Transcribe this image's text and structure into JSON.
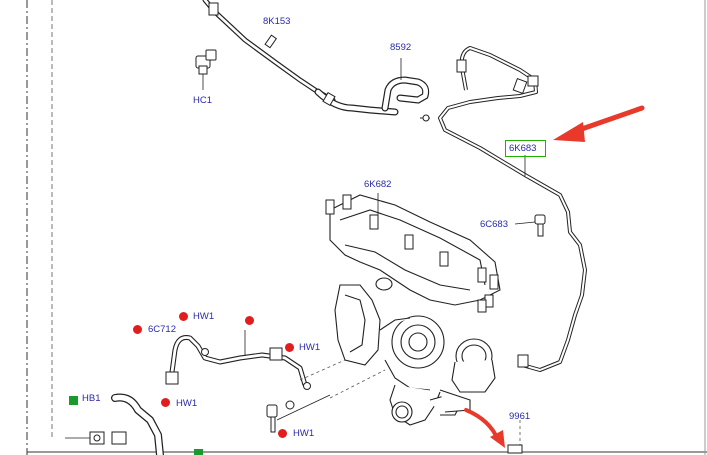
{
  "labels": {
    "p8k153": "8K153",
    "p8592": "8592",
    "hc1": "HC1",
    "p6k683": "6K683",
    "p6k682": "6K682",
    "p6c683": "6C683",
    "hw1_top": "HW1",
    "p6c712": "6C712",
    "hw1_mid": "HW1",
    "hb1": "HB1",
    "hw1_left": "HW1",
    "hw1_bottom": "HW1",
    "p9961": "9961"
  },
  "colors": {
    "label_text": "#2a2aa8",
    "callout_box": "#22b000",
    "arrow": "#e8392b",
    "red_marker": "#e11d1d",
    "green_marker": "#1a9a2c",
    "line_art": "#222222"
  },
  "icons": {
    "pointer_arrow": "arrow-icon",
    "curved_arrow": "curved-arrow-icon"
  }
}
